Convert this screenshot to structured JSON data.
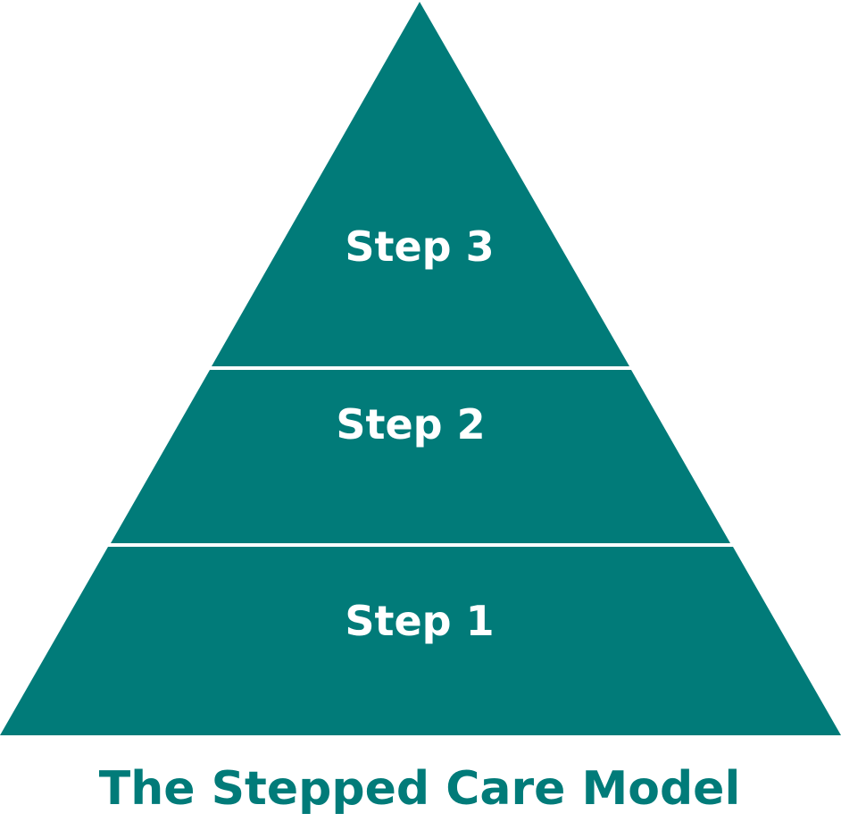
{
  "diagram": {
    "colors": {
      "fill": "#017b79",
      "separator": "#ffffff",
      "label": "#ffffff",
      "caption": "#017b79"
    },
    "tiers": [
      {
        "label": "Step 3"
      },
      {
        "label": "Step 2"
      },
      {
        "label": "Step 1"
      }
    ],
    "caption": "The Stepped Care Model"
  }
}
